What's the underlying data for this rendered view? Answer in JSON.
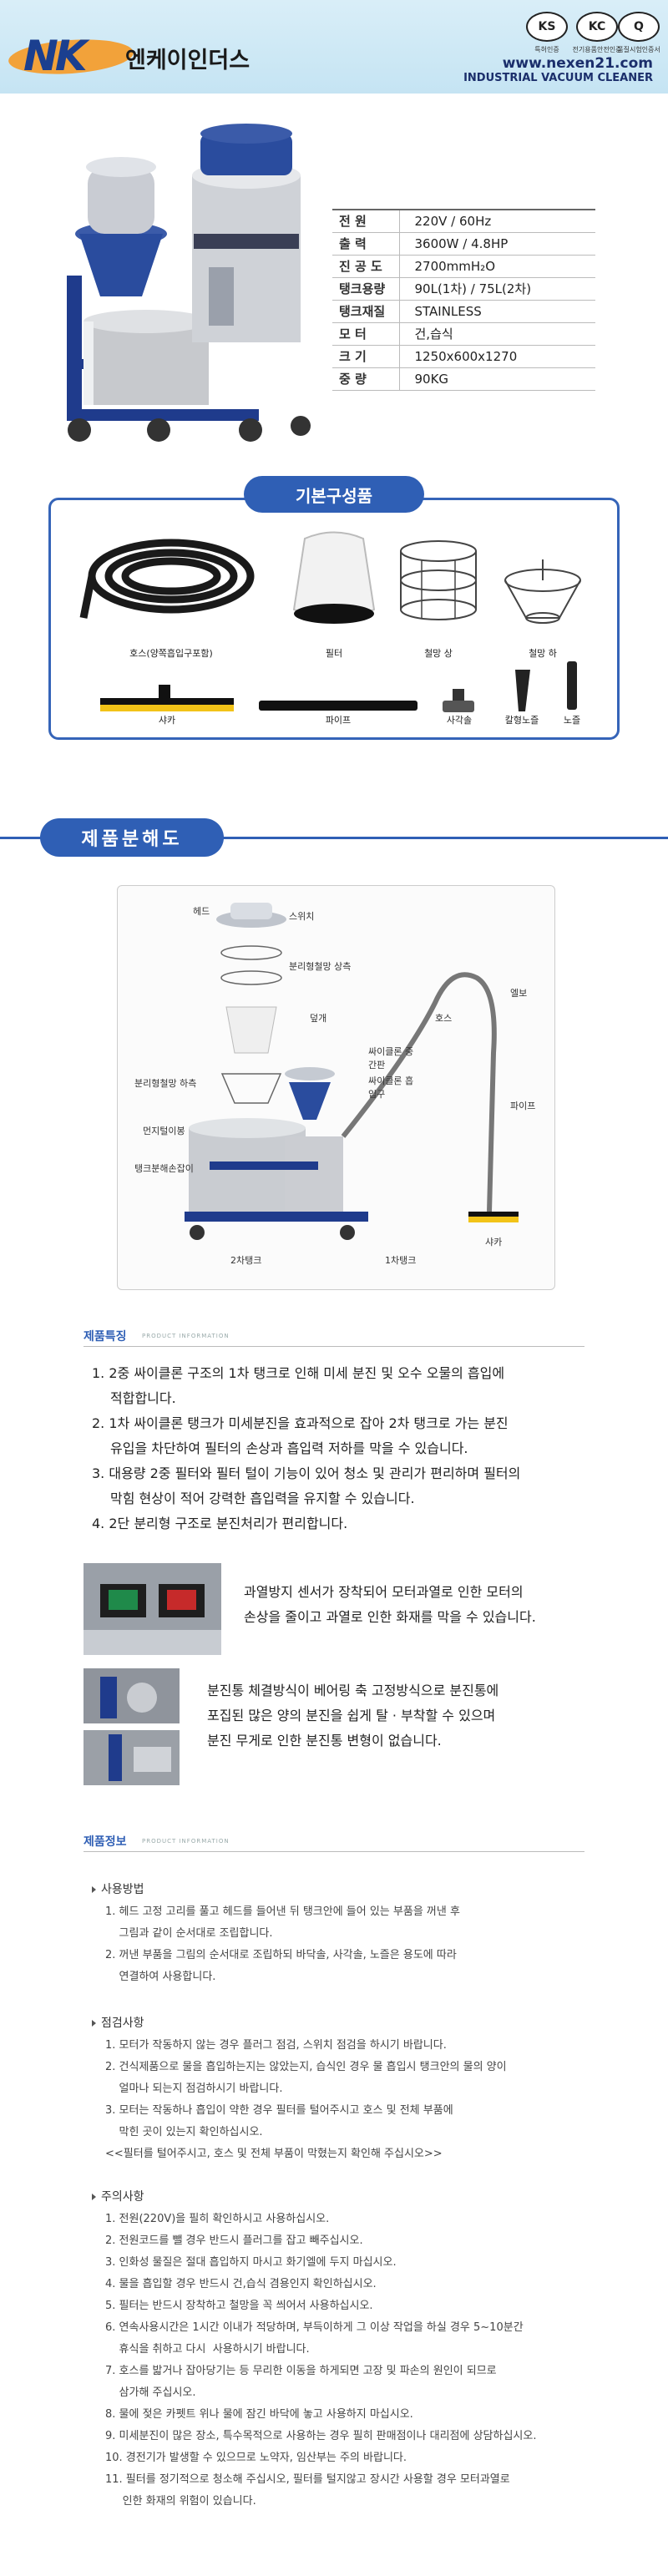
{
  "header": {
    "logo": "NK",
    "brand": "엔케이인더스",
    "certs": [
      {
        "icon": "KS-mark",
        "label": "특허인증"
      },
      {
        "icon": "KC-mark",
        "label": "전기용품안전인증"
      },
      {
        "icon": "Q-mark",
        "label": "품질시험인증서"
      }
    ],
    "site_url": "www.nexen21.com",
    "site_sub": "INDUSTRIAL VACUUM CLEANER"
  },
  "specs": [
    {
      "key": "전      원",
      "value": "220V / 60Hz"
    },
    {
      "key": "출      력",
      "value": "3600W / 4.8HP"
    },
    {
      "key": "진 공 도",
      "value": "2700mmH₂O"
    },
    {
      "key": "탱크용량",
      "value": "90L(1차) / 75L(2차)"
    },
    {
      "key": "탱크재질",
      "value": "STAINLESS"
    },
    {
      "key": "모      터",
      "value": "건,습식",
      "highlight": true
    },
    {
      "key": "크      기",
      "value": "1250x600x1270"
    },
    {
      "key": "중      량",
      "value": "90KG"
    }
  ],
  "components": {
    "title": "기본구성품",
    "items": [
      "호스(양쪽흡입구포함)",
      "필터",
      "철망 상",
      "철망 하",
      "샤카",
      "파이프",
      "사각솔",
      "칼형노즐",
      "노즐"
    ]
  },
  "exploded": {
    "title": "제품분해도",
    "parts": [
      "헤드",
      "스위치",
      "분리형철망 상측",
      "덮개",
      "호스",
      "엘보",
      "싸이클론 중간판",
      "싸이클론 흡입구",
      "분리형철망 하측",
      "먼지털이봉",
      "파이프",
      "탱크분해손잡이",
      "2차탱크",
      "1차탱크",
      "샤카"
    ]
  },
  "features": {
    "header": "제품특징",
    "header_sub": "PRODUCT INFORMATION",
    "items": [
      "1. 2중 싸이클론 구조의 1차 탱크로 인해 미세 분진 및 오수 오물의 흡입에",
      "적합합니다.",
      "2. 1차 싸이클론 탱크가 미세분진을 효과적으로 잡아 2차 탱크로 가는 분진",
      "유입을 차단하여 필터의 손상과 흡입력 저하를 막을 수 있습니다.",
      "3. 대용량 2중 필터와 필터 털이 기능이 있어 청소 및 관리가 편리하며 필터의",
      "막힘 현상이 적어 강력한 흡입력을 유지할 수 있습니다.",
      "4. 2단 분리형 구조로 분진처리가 편리합니다."
    ],
    "box1": [
      "과열방지 센서가 장착되어 모터과열로 인한 모터의",
      "손상을 줄이고 과열로 인한 화재를 막을 수 있습니다."
    ],
    "box2": [
      "분진통 체결방식이 베어링 축 고정방식으로 분진통에",
      "포집된 많은 양의 분진을 쉽게 탈 · 부착할 수 있으며",
      "분진 무게로 인한 분진통 변형이 없습니다."
    ]
  },
  "info": {
    "header": "제품정보",
    "header_sub": "PRODUCT INFORMATION",
    "usage_title": "사용방법",
    "usage": [
      "1. 헤드 고정 고리를 풀고 헤드를 들어낸 뒤 탱크안에 들어 있는 부품을 꺼낸 후",
      "    그림과 같이 순서대로 조립합니다.",
      "2. 꺼낸 부품을 그림의 순서대로 조립하되 바닥솔, 사각솔, 노즐은 용도에 따라",
      "    연결하여 사용합니다."
    ],
    "check_title": "점검사항",
    "check": [
      "1. 모터가 작동하지 않는 경우 플러그 점검, 스위치 점검을 하시기 바랍니다.",
      "2. 건식제품으로 물을 흡입하는지는 않았는지, 습식인 경우 물 흡입시 탱크안의 물의 양이",
      "    얼마나 되는지 점검하시기 바랍니다.",
      "3. 모터는 작동하나 흡입이 약한 경우 필터를 털어주시고 호스 및 전체 부품에",
      "    막힌 곳이 있는지 확인하십시오.",
      "<<필터를 털어주시고, 호스 및 전체 부품이 막혔는지 확인해 주십시오>>"
    ],
    "caution_title": "주의사항",
    "caution": [
      "1. 전원(220V)을 필히 확인하시고 사용하십시오.",
      "2. 전원코드를 뺄 경우 반드시 플러그를 잡고 빼주십시오.",
      "3. 인화성 물질은 절대 흡입하지 마시고 화기엘에 두지 마십시오.",
      "4. 물을 흡입할 경우 반드시 건,습식 겸용인지 확인하십시오.",
      "5. 필터는 반드시 장착하고 철망을 꼭 씌어서 사용하십시오.",
      "6. 연속사용시간은 1시간 이내가 적당하며, 부득이하게 그 이상 작업을 하실 경우 5~10분간",
      "    휴식을 취하고 다시  사용하시기 바랍니다.",
      "7. 호스를 밟거나 잡아당기는 등 무리한 이동을 하게되면 고장 및 파손의 원인이 되므로",
      "    삼가해 주십시오.",
      "8. 물에 젖은 카펫트 위나 물에 잠긴 바닥에 놓고 사용하지 마십시오.",
      "9. 미세분진이 많은 장소, 특수목적으로 사용하는 경우 필히 판매점이나 대리점에 상담하십시오.",
      "10. 경전기가 발생할 수 있으므로 노약자, 임산부는 주의 바랍니다.",
      "11. 필터를 정기적으로 청소해 주십시오, 필터를 털지않고 장시간 사용할 경우 모터과열로",
      "     인한 화재의 위험이 있습니다."
    ]
  },
  "colors": {
    "brand_blue": "#2f5fb5",
    "logo_orange": "#f2a23a",
    "highlight_red": "#e02020"
  }
}
